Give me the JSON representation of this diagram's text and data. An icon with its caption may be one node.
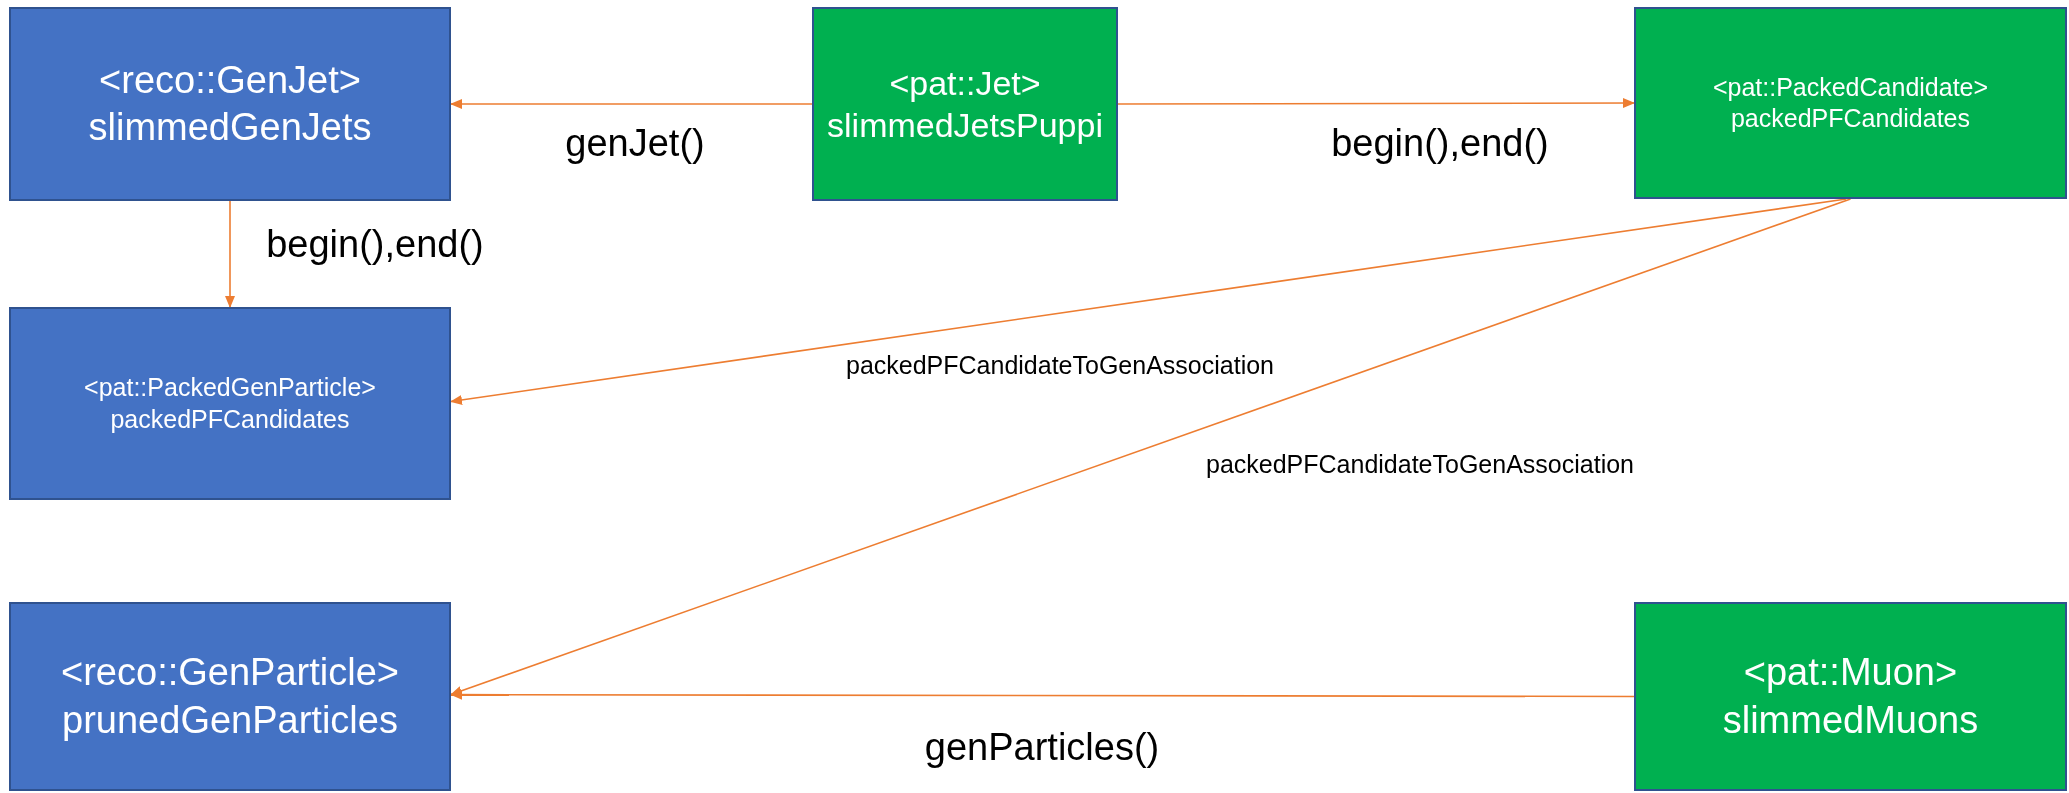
{
  "diagram": {
    "nodes": [
      {
        "text": [
          "<reco::GenJet>",
          "slimmedGenJets"
        ]
      },
      {
        "text": [
          "<pat::Jet>",
          "slimmedJetsPuppi"
        ]
      },
      {
        "text": [
          "<pat::PackedCandidate>",
          "packedPFCandidates"
        ]
      },
      {
        "text": [
          "<pat::PackedGenParticle>",
          "packedPFCandidates"
        ]
      },
      {
        "text": [
          "<reco::GenParticle>",
          "prunedGenParticles"
        ]
      },
      {
        "text": [
          "<pat::Muon>",
          "slimmedMuons"
        ]
      }
    ],
    "edges": [
      {
        "from": 1,
        "to": 0,
        "arrow": "to",
        "label": "genJet()"
      },
      {
        "from": 1,
        "to": 2,
        "arrow": "to",
        "label": "begin(),end()"
      },
      {
        "from": 0,
        "to": 3,
        "arrow": "to",
        "label": "begin(),end()"
      },
      {
        "from": 2,
        "to": 3,
        "arrow": "to",
        "label": "packedPFCandidateToGenAssociation"
      },
      {
        "from": 2,
        "to": 4,
        "arrow": "to",
        "label": "packedPFCandidateToGenAssociation"
      },
      {
        "from": 5,
        "to": 4,
        "arrow": "to",
        "label": "genParticles()"
      }
    ]
  }
}
